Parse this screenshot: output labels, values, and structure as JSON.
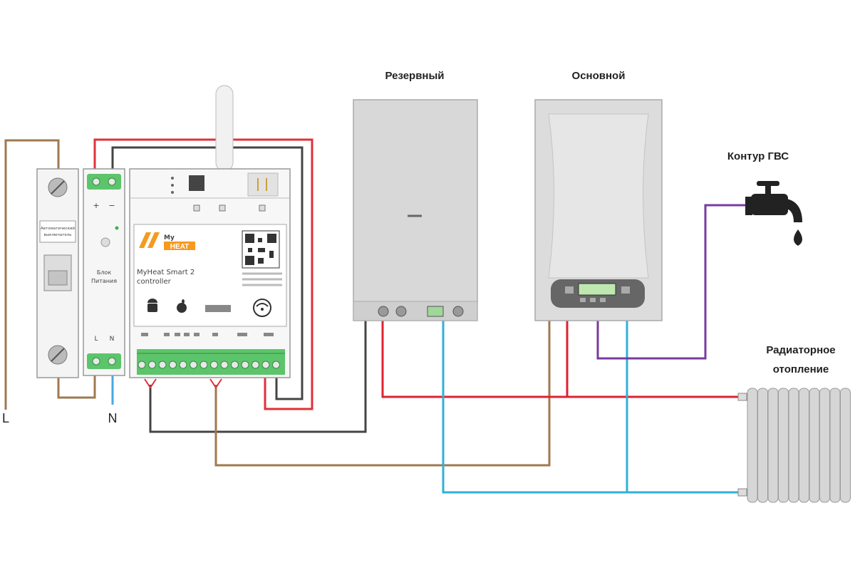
{
  "labels": {
    "reserve_boiler": "Резервный",
    "main_boiler": "Основной",
    "dhw_circuit": "Контур ГВС",
    "radiator_line1": "Радиаторное",
    "radiator_line2": "отопление",
    "phase": "L",
    "neutral": "N"
  },
  "breaker": {
    "label_line1": "Автоматический",
    "label_line2": "выключатель"
  },
  "power_unit": {
    "plus": "+",
    "minus": "−",
    "line1": "Блок",
    "line2": "Питания",
    "l_terminal": "L",
    "n_terminal": "N"
  },
  "controller": {
    "brand_line1": "My",
    "brand_line2": "HEAT",
    "model_line1": "MyHeat Smart 2",
    "model_line2": "controller"
  },
  "colors": {
    "phase_wire": "#a07850",
    "red_wire": "#e0303a",
    "dark_wire": "#444444",
    "neutral_wire": "#4aa8e0",
    "supply_pipe": "#e02030",
    "return_pipe": "#30b0d8",
    "dhw_pipe": "#7a3aa0",
    "terminal_green": "#5cc46a"
  },
  "icons": {
    "antenna": "antenna-icon",
    "tap": "water-tap-icon",
    "radiator": "radiator-icon",
    "android": "android-icon",
    "apple": "apple-icon",
    "wifi": "wifi-icon",
    "qr": "qr-code-icon"
  }
}
